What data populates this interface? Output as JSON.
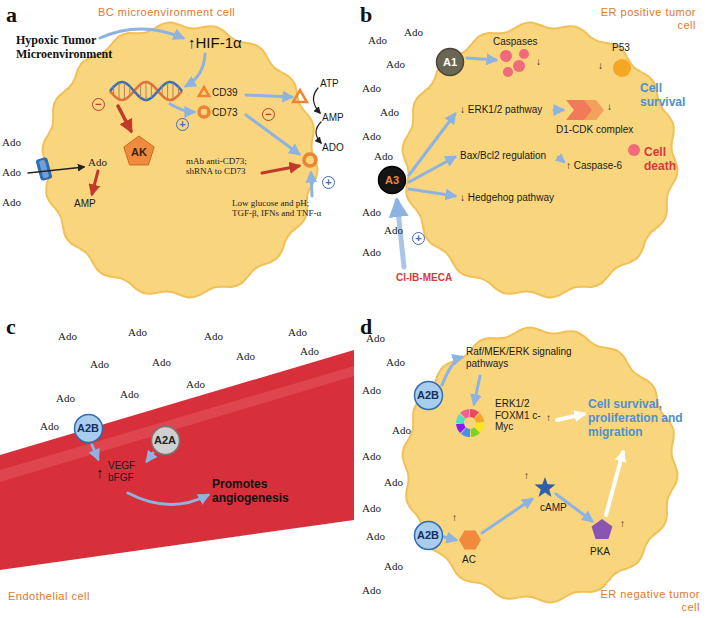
{
  "diagram": {
    "nodes": [
      {
        "text": [
          "AK"
        ]
      },
      {
        "text": [
          "A1"
        ]
      },
      {
        "text": [
          "A3"
        ]
      },
      {
        "text": [
          "A2B"
        ]
      },
      {
        "text": [
          "A2A"
        ]
      },
      {
        "text": [
          "A2B"
        ]
      },
      {
        "text": [
          "A2B"
        ]
      }
    ],
    "labels": [
      "a",
      "BC microenvironment cell",
      "Hypoxic Tumor Microenvironment",
      "↑HIF-1α",
      "−",
      "+",
      "CD39",
      "CD73",
      "ATP",
      "AMP",
      "ADO",
      "Ado",
      "Ado",
      "Ado",
      "Ado",
      "AMP",
      "mAb anti-CD73; shRNA to CD73",
      "−",
      "Low glucose and pH; TGF-β, IFNs and TNF-α",
      "+",
      "b",
      "ER positive tumor cell",
      "Caspases",
      "↓",
      "P53",
      "↓",
      "Cell survival",
      "↓ ERK1/2 pathway",
      "Bax/Bcl2 regulation",
      "↓ Hedgehog pathway",
      "↓",
      "D1-CDK complex",
      "↑ Caspase-6",
      "Cell death",
      "Cl-IB-MECA",
      "+",
      "Ado",
      "Ado",
      "Ado",
      "Ado",
      "Ado",
      "Ado",
      "Ado",
      "Ado",
      "Ado",
      "Ado",
      "c",
      "Ado",
      "Ado",
      "Ado",
      "Ado",
      "Ado",
      "Ado",
      "Ado",
      "Ado",
      "Ado",
      "Ado",
      "Ado",
      "Ado",
      "↑",
      "VEGF bFGF",
      "Promotes angiogenesis",
      "Endothelial cell",
      "d",
      "Raf/MEK/ERK signaling pathways",
      "ERK1/2 FOXM1 c-Myc",
      "↑",
      "Cell survival, proliferation and migration",
      "↑",
      "AC",
      "↑",
      "cAMP",
      "↑",
      "PKA",
      "ER negative tumor cell",
      "Ado",
      "Ado",
      "Ado",
      "Ado",
      "Ado",
      "Ado",
      "Ado",
      "Ado",
      "Ado",
      "Ado"
    ]
  }
}
